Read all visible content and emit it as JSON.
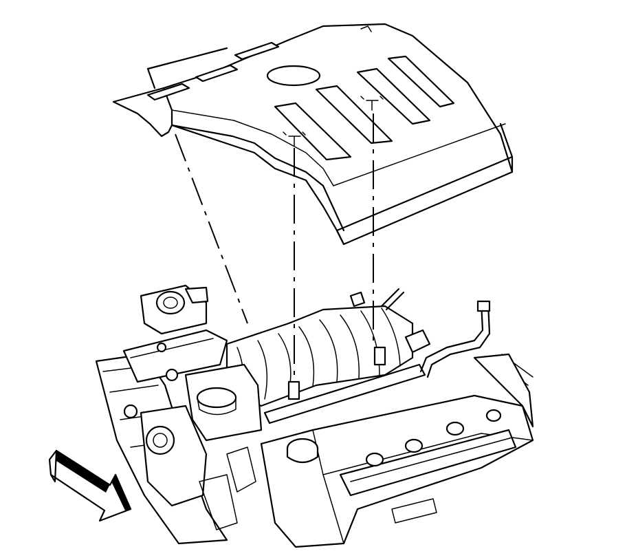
{
  "figure": {
    "part_name": "engine-cover",
    "view": "engine-cover-removal-exploded-view",
    "fastener_count": 2,
    "direction_arrow": "front-of-vehicle-indicator",
    "line_color": "#000000",
    "background": "#ffffff",
    "texts": []
  }
}
